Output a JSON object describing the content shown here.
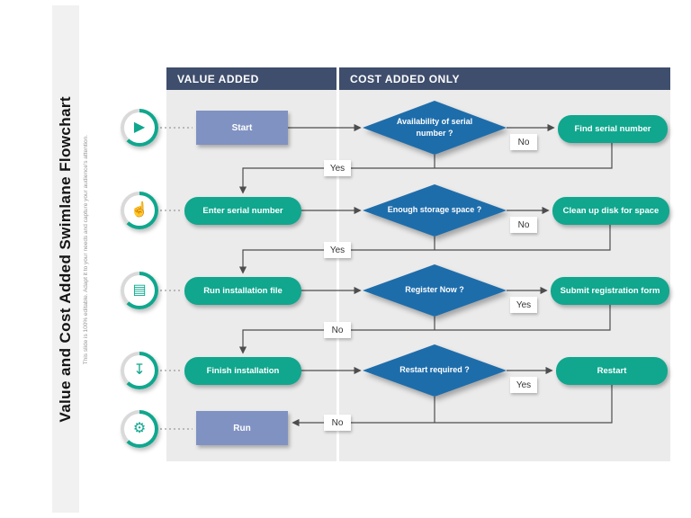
{
  "slide": {
    "title": "Value and Cost Added Swimlane Flowchart",
    "note": "This slide is 100% editable. Adapt it to your needs and capture your audience's attention."
  },
  "lanes": [
    {
      "label": "VALUE ADDED"
    },
    {
      "label": "COST ADDED ONLY"
    }
  ],
  "nodes": {
    "start": "Start",
    "availability": "Availability of serial number ?",
    "find_serial": "Find serial number",
    "enter_serial": "Enter serial number",
    "storage": "Enough storage space ?",
    "clean_disk": "Clean up disk for space",
    "run_install": "Run installation file",
    "register": "Register Now ?",
    "submit_form": "Submit registration form",
    "finish_install": "Finish installation",
    "restart_q": "Restart required ?",
    "restart": "Restart",
    "run": "Run"
  },
  "edge_labels": [
    {
      "id": "no-1",
      "text": "No"
    },
    {
      "id": "yes-1",
      "text": "Yes"
    },
    {
      "id": "no-2",
      "text": "No"
    },
    {
      "id": "yes-2",
      "text": "Yes"
    },
    {
      "id": "yes-3",
      "text": "Yes"
    },
    {
      "id": "no-3",
      "text": "No"
    },
    {
      "id": "yes-4",
      "text": "Yes"
    },
    {
      "id": "no-4",
      "text": "No"
    }
  ],
  "icons": [
    {
      "name": "play-icon",
      "glyph": "▶"
    },
    {
      "name": "hand-click-icon",
      "glyph": "☝"
    },
    {
      "name": "installer-window-icon",
      "glyph": "▤"
    },
    {
      "name": "download-finish-icon",
      "glyph": "↧"
    },
    {
      "name": "gear-run-icon",
      "glyph": "⚙"
    }
  ],
  "colors": {
    "header_bg": "#3f4e6d",
    "decision_fill": "#1e6dab",
    "action_fill": "#10a78e",
    "terminal_fill": "#8092c2",
    "lane_bg": "#ebebeb"
  }
}
